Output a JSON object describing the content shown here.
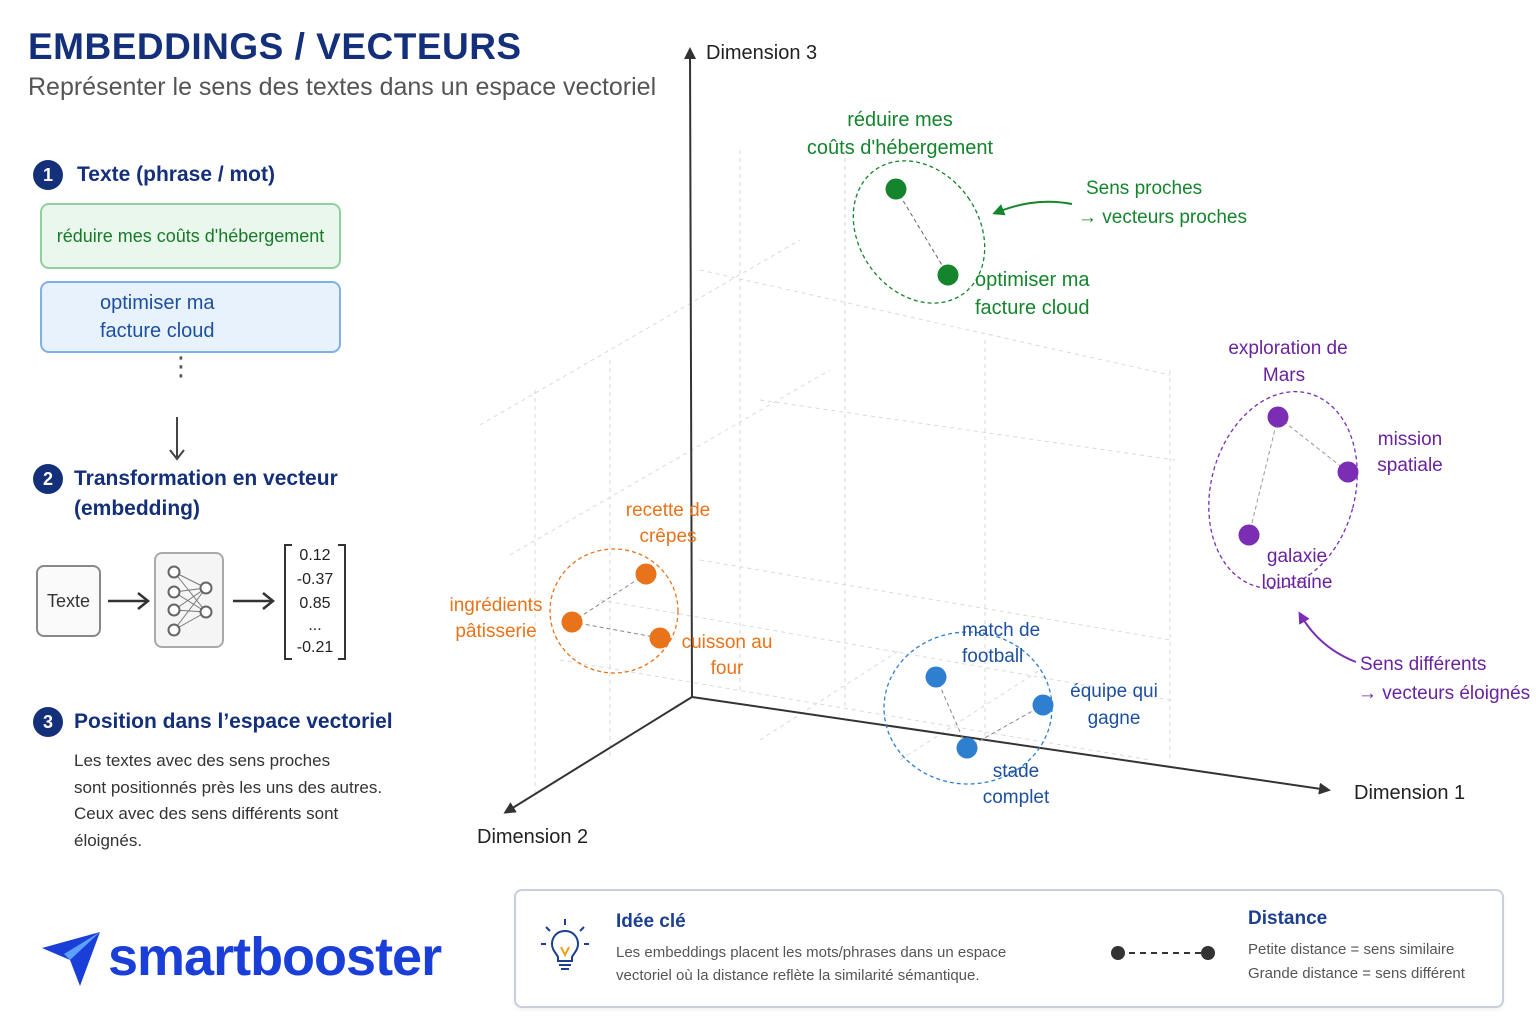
{
  "header": {
    "title": "EMBEDDINGS / VECTEURS",
    "subtitle": "Représenter le sens des textes dans un espace vectoriel"
  },
  "steps": [
    {
      "number": "1",
      "title": "Texte (phrase / mot)"
    },
    {
      "number": "2",
      "title_line1": "Transformation en vecteur",
      "title_line2": "(embedding)"
    },
    {
      "number": "3",
      "title": "Position dans l’espace vectoriel"
    }
  ],
  "step1": {
    "example_green": "réduire mes coûts d'hébergement",
    "example_blue_line1": "optimiser ma",
    "example_blue_line2": "facture cloud",
    "ellipsis": "⋮"
  },
  "step2": {
    "input_label": "Texte",
    "vector_values": [
      "0.12",
      "-0.37",
      "0.85",
      "...",
      "-0.21"
    ]
  },
  "step3": {
    "lines": [
      "Les textes avec des sens proches",
      "sont positionnés près les uns des autres.",
      "Ceux avec des sens différents sont",
      "éloignés."
    ]
  },
  "axes": {
    "dim1": "Dimension 1",
    "dim2": "Dimension 2",
    "dim3": "Dimension 3"
  },
  "clusters": {
    "green": {
      "color": "#14852c",
      "label_a_line1": "réduire mes",
      "label_a_line2": "coûts d'hébergement",
      "label_b_line1": "optimiser ma",
      "label_b_line2": "facture cloud"
    },
    "orange": {
      "color": "#e8731b",
      "label_a_line1": "recette de",
      "label_a_line2": "crêpes",
      "label_b_line1": "ingrédients",
      "label_b_line2": "pâtisserie",
      "label_c_line1": "cuisson au",
      "label_c_line2": "four"
    },
    "blue": {
      "color": "#2f7fd0",
      "label_a_line1": "match de",
      "label_a_line2": "football",
      "label_b_line1": "équipe qui",
      "label_b_line2": "gagne",
      "label_c_line1": "stade",
      "label_c_line2": "complet"
    },
    "purple": {
      "color": "#7b2db4",
      "label_a_line1": "exploration de",
      "label_a_line2": "Mars",
      "label_b_line1": "mission",
      "label_b_line2": "spatiale",
      "label_c_line1": "galaxie",
      "label_c_line2": "lointaine"
    }
  },
  "annotations": {
    "close_line1": "Sens proches",
    "close_line2": "→ vecteurs proches",
    "far_line1": "Sens différents",
    "far_line2": "→ vecteurs éloignés"
  },
  "logo": {
    "text": "smartbooster",
    "color": "#1a3fd8"
  },
  "key_idea": {
    "title": "Idée clé",
    "line1": "Les embeddings placent les mots/phrases dans un espace",
    "line2": "vectoriel où la distance reflète la similarité sémantique.",
    "icon": "lightbulb-icon"
  },
  "distance": {
    "title": "Distance",
    "line1": "Petite distance = sens similaire",
    "line2": "Grande distance = sens différent"
  },
  "colors": {
    "navy": "#15307a",
    "axis": "#333333"
  }
}
